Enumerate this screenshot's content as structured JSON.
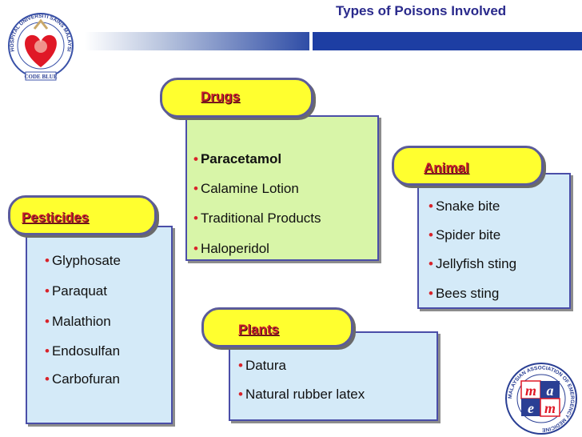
{
  "slide": {
    "title": "Types of Poisons Involved"
  },
  "logo_left": {
    "arc_text": "HOSPITAL UNIVERSITI SAINS MALAYSIA",
    "ribbon": "CODE BLUE"
  },
  "logo_right": {
    "arc_text": "MALAYSIAN ASSOCIATION OF EMERGENCY MEDICINE",
    "letters": [
      "m",
      "a",
      "e",
      "m"
    ]
  },
  "drugs": {
    "label": "Drugs",
    "items": [
      "Paracetamol",
      "Calamine Lotion",
      "Traditional Products",
      "Haloperidol"
    ]
  },
  "animal": {
    "label": "Animal",
    "items": [
      "Snake bite",
      "Spider bite",
      "Jellyfish sting",
      "Bees sting"
    ]
  },
  "pesticides": {
    "label": "Pesticides",
    "items": [
      "Glyphosate",
      "Paraquat",
      "Malathion",
      "Endosulfan",
      "Carbofuran"
    ]
  },
  "plants": {
    "label": "Plants",
    "items": [
      "Datura",
      "Natural rubber latex"
    ]
  },
  "bullet": "•",
  "colors": {
    "pill": "#ffff2f",
    "label": "#c81d2c",
    "green_panel": "#d8f5a8",
    "blue_panel": "#d4eaf8",
    "bullet": "#d8232a",
    "title": "#2a2a8c"
  }
}
